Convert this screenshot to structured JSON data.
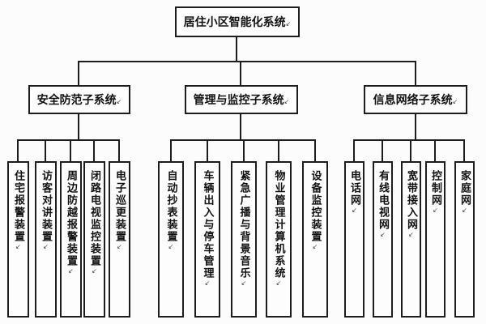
{
  "root": {
    "label": "居住小区智能化系统"
  },
  "branches": [
    {
      "label": "安全防范子系统",
      "children": [
        "住宅报警装置",
        "访客对讲装置",
        "周边防越报警装置",
        "闭路电视监控装置",
        "电子巡更装置"
      ]
    },
    {
      "label": "管理与监控子系统",
      "children": [
        "自动抄表装置",
        "车辆出入与停车管理",
        "紧急广播与背景音乐",
        "物业管理计算机系统",
        "设备监控装置"
      ]
    },
    {
      "label": "信息网络子系统",
      "children": [
        "电话网",
        "有线电视网",
        "宽带接入网",
        "控制网",
        "家庭网"
      ]
    }
  ],
  "return_mark": "↙",
  "colors": {
    "line": "#1d1d1d",
    "background": "#fcfcfc",
    "text": "#111111"
  }
}
